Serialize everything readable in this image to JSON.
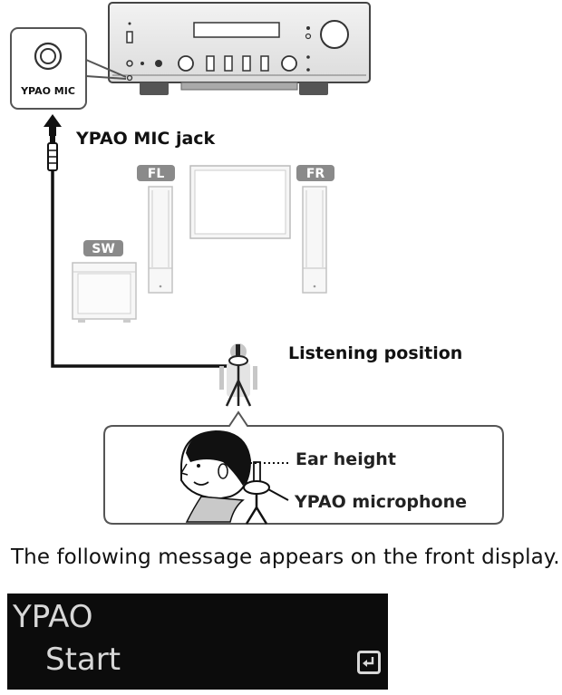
{
  "labels": {
    "mic_jack_box": "YPAO MIC",
    "mic_jack": "YPAO MIC jack",
    "front_left": "FL",
    "front_right": "FR",
    "subwoofer": "SW",
    "listening_position": "Listening position",
    "ear_height": "Ear height",
    "ypao_microphone": "YPAO microphone"
  },
  "caption": "The following message appears on the front display.",
  "front_display": {
    "line1": "YPAO",
    "line2": "Start",
    "icon": "enter-return-icon"
  }
}
